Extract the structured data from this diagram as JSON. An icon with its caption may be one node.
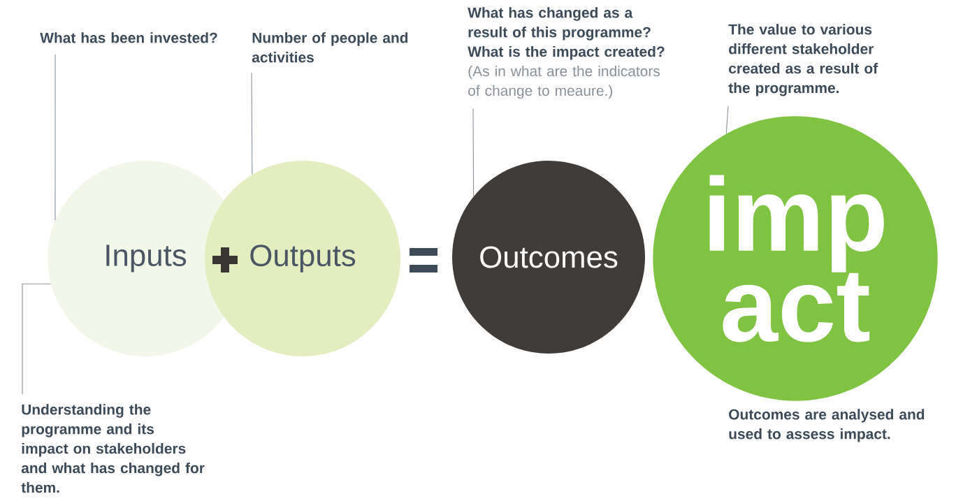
{
  "diagram": {
    "nodes": [
      {
        "text": [
          "What has been invested?"
        ]
      },
      {
        "text": [
          "Number of people and activities"
        ]
      },
      {
        "text": [
          "What has changed as a result of this programme? What is the impact created?",
          "(As in what are the indicators of change to meaure.)"
        ]
      },
      {
        "text": [
          "The value to various different stakeholder created as a result of the programme."
        ]
      },
      {
        "text": [
          "Inputs"
        ]
      },
      {
        "text": [
          "Outputs"
        ]
      },
      {
        "text": [
          "Outcomes"
        ]
      },
      {
        "text": [
          "imp act"
        ],
        "beside": [
          "Outcomes are analysed and used to assess impact."
        ]
      },
      {
        "text": [
          "Understanding the programme and its impact on stakeholders and what has changed for them."
        ]
      }
    ],
    "edges": [
      {
        "from": 0,
        "to": 4,
        "arrow": "none"
      },
      {
        "from": 1,
        "to": 5,
        "arrow": "none"
      },
      {
        "from": 2,
        "to": 6,
        "arrow": "none"
      },
      {
        "from": 3,
        "to": 7,
        "arrow": "none"
      },
      {
        "from": 8,
        "to": 4,
        "arrow": "none"
      }
    ]
  }
}
